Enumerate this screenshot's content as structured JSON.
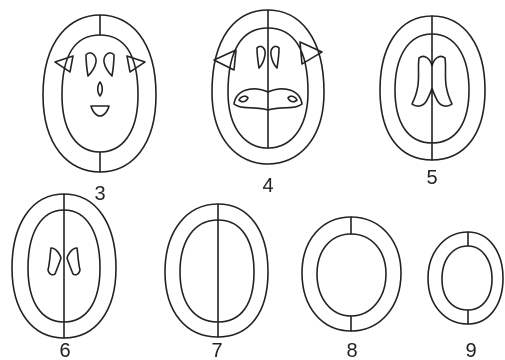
{
  "figure": {
    "labels": {
      "slice_3": "3",
      "slice_4": "4",
      "slice_5": "5",
      "slice_6": "6",
      "slice_7": "7",
      "slice_8": "8",
      "slice_9": "9"
    },
    "line_color": "#222222",
    "background": "#ffffff"
  }
}
